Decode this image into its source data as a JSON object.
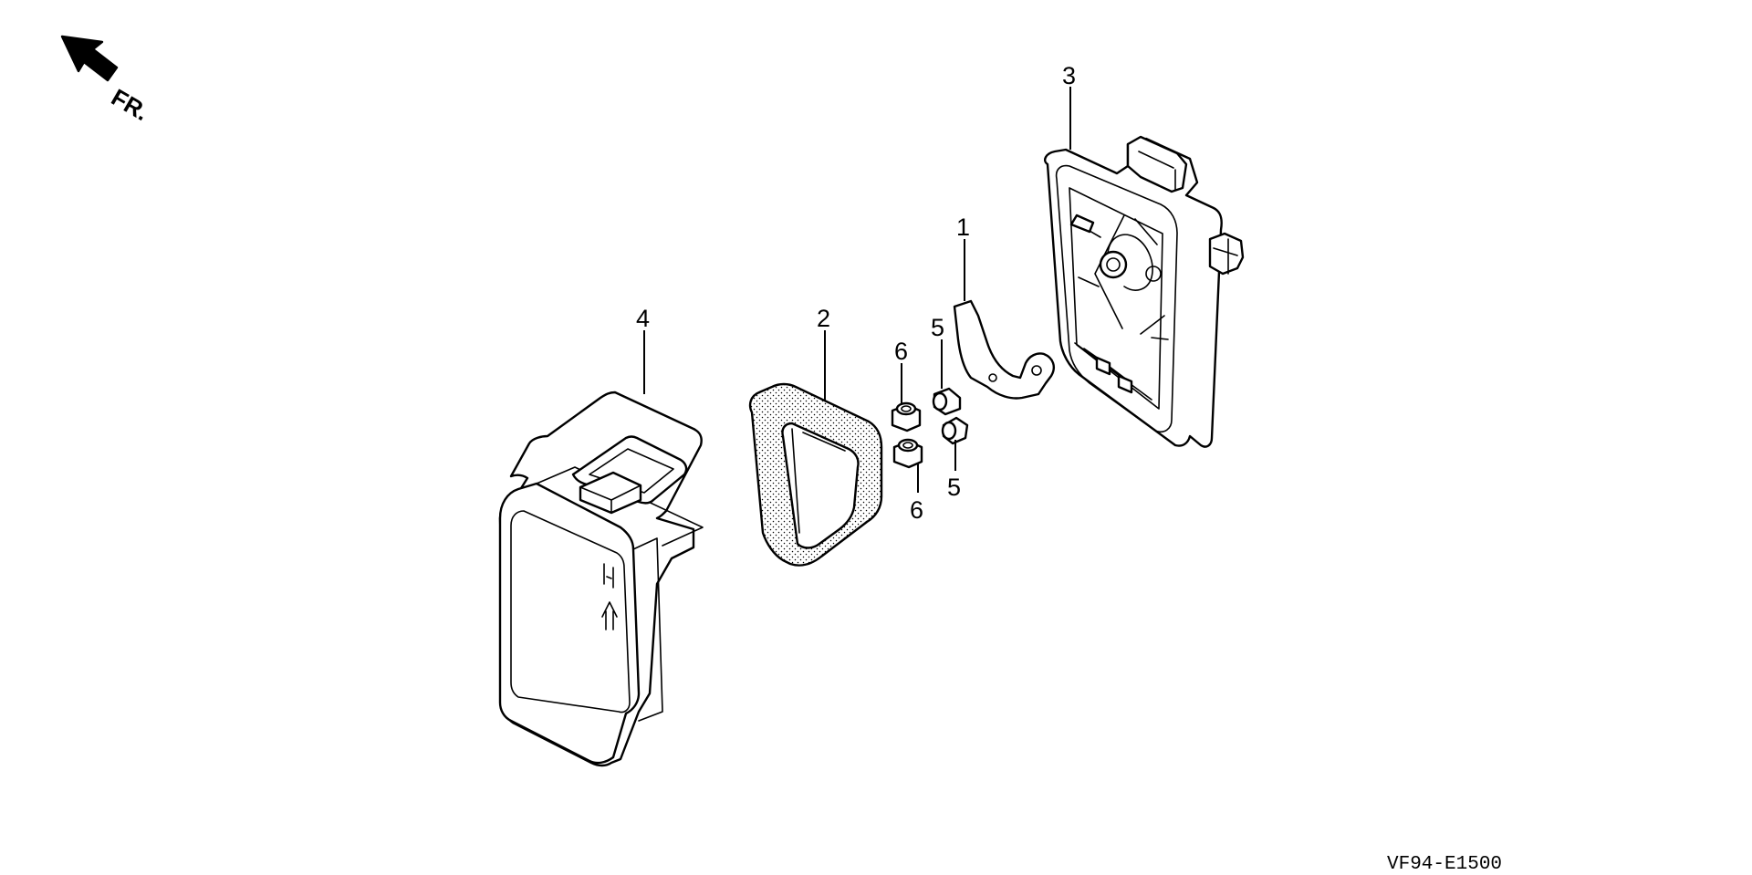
{
  "direction_label": "FR.",
  "drawing_code": "VF94-E1500",
  "callouts": {
    "bracket": "1",
    "element": "2",
    "base": "3",
    "cover": "4",
    "collar_upper": "5",
    "collar_lower": "5",
    "nut_upper": "6",
    "nut_lower": "6"
  },
  "icons": [
    "direction-arrow-icon",
    "filter-direction-arrow-icon"
  ]
}
